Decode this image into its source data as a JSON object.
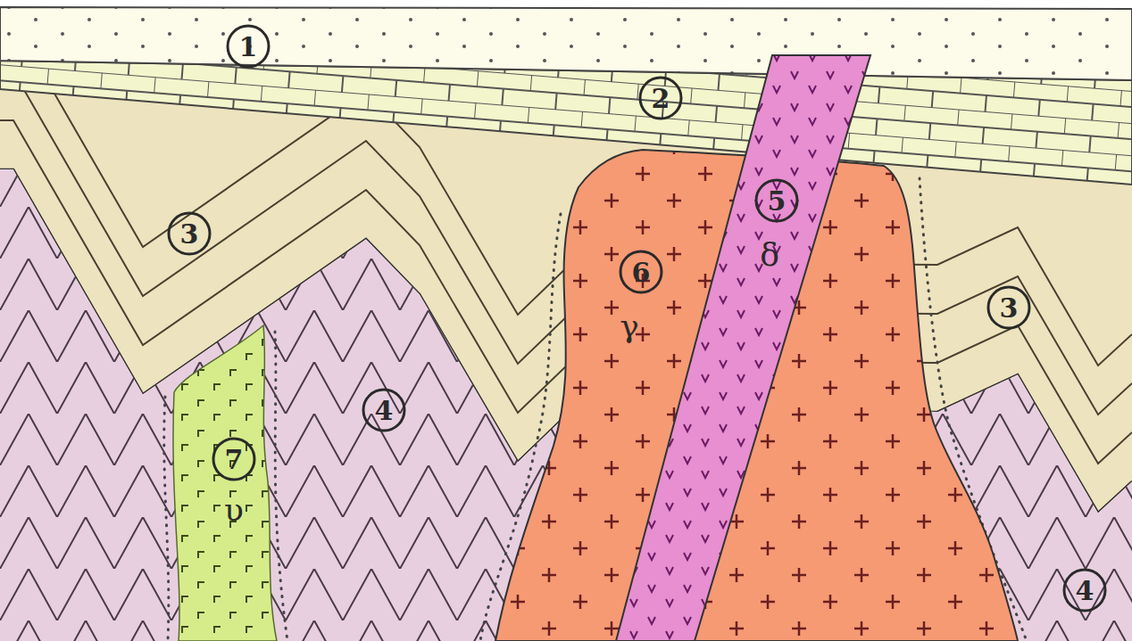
{
  "diagram": {
    "labels": [
      "1",
      "2",
      "5",
      "3",
      "6",
      "δ",
      "3",
      "γ",
      "4",
      "7",
      "υ",
      "4"
    ]
  }
}
